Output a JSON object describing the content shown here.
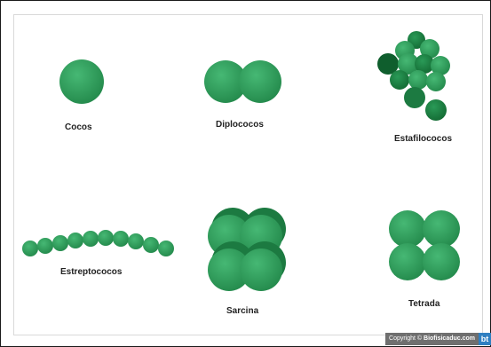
{
  "labels": {
    "cocos": "Cocos",
    "diplococos": "Diplococos",
    "estafilococos": "Estafilococos",
    "estreptococos": "Estreptococos",
    "sarcina": "Sarcina",
    "tetrada": "Tetrada"
  },
  "credit": {
    "prefix": "Copyright © ",
    "brand": "Biofisicaduc.com",
    "mark": "bt"
  },
  "colors": {
    "cell": "#2e9e5c",
    "cell_dark": "#1f7a43",
    "cell_light": "#3fb06b",
    "cell_deep": "#0f5e2d"
  }
}
